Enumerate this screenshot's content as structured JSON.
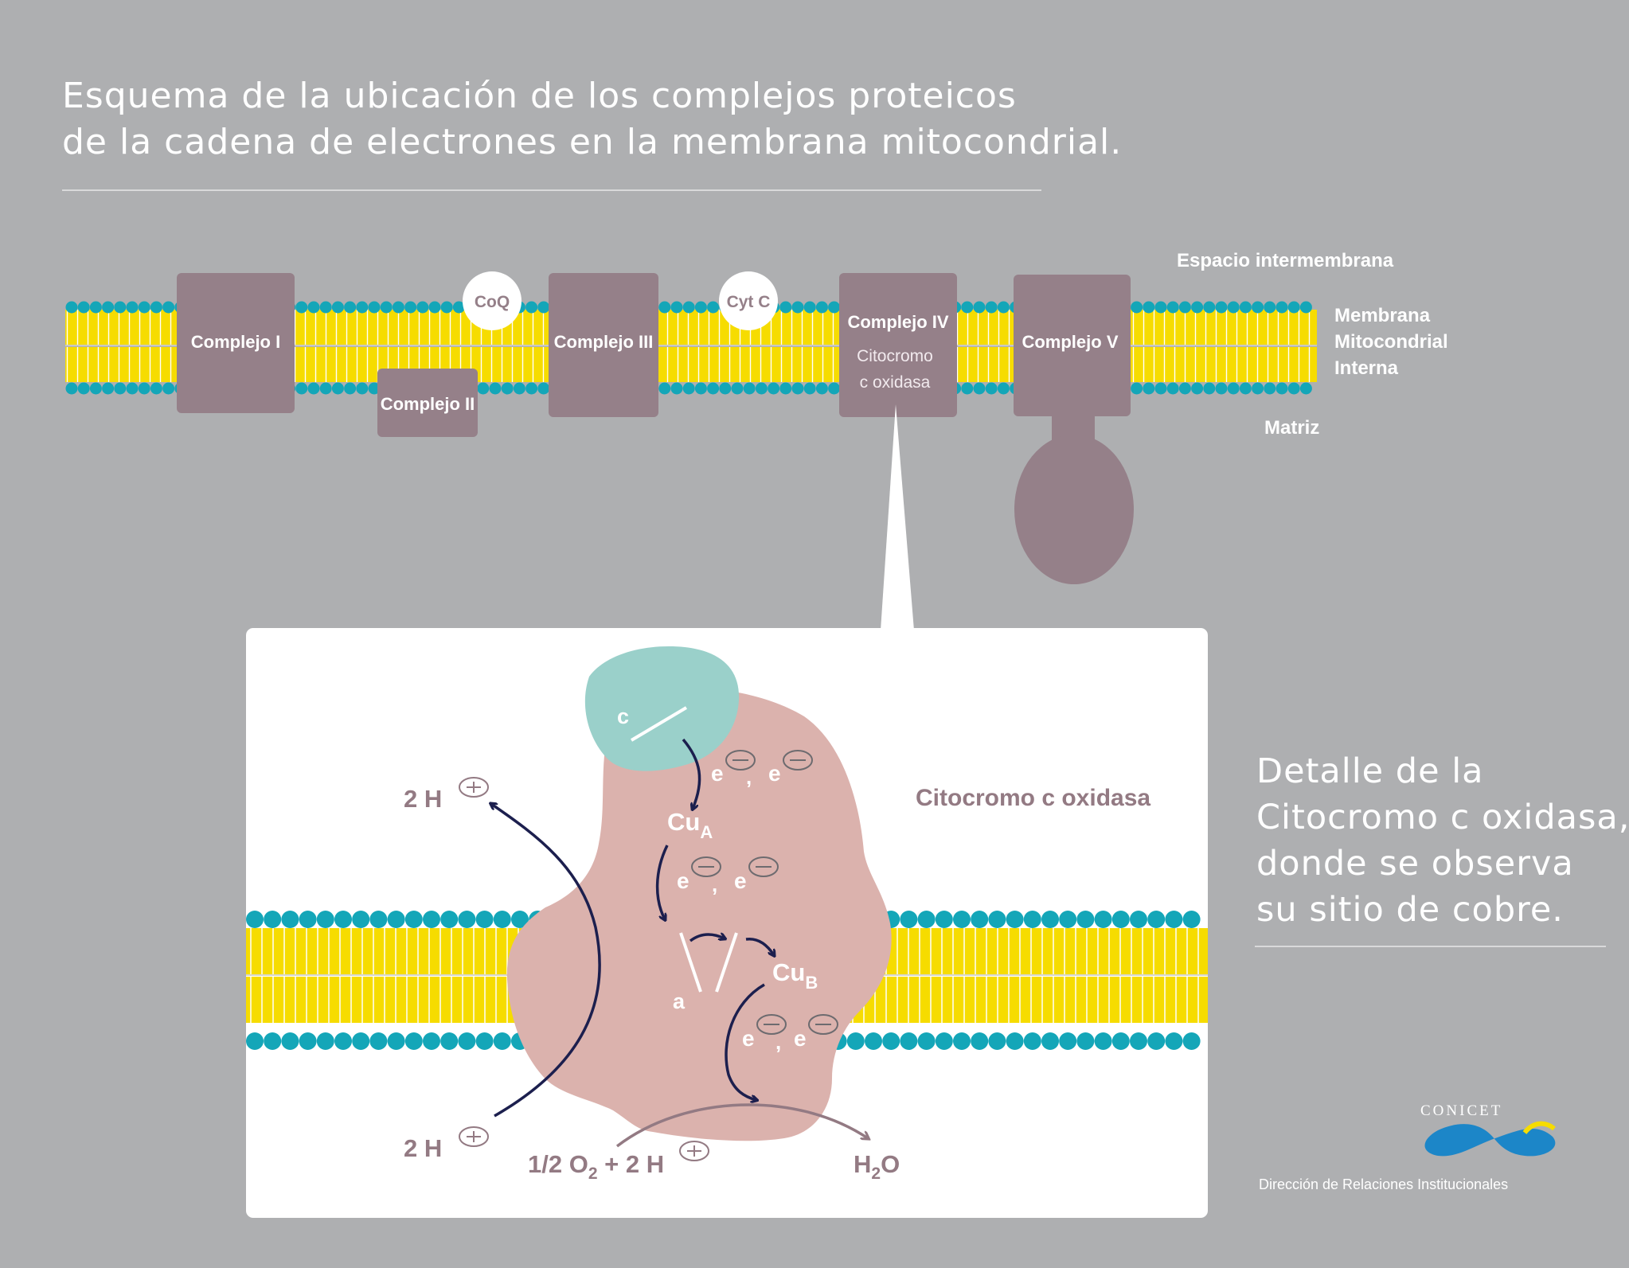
{
  "title": {
    "line1": "Esquema de la ubicación de los complejos proteicos",
    "line2": "de la cadena de electrones en la membrana mitocondrial."
  },
  "region_labels": {
    "intermembrane": "Espacio intermembrana",
    "membrane_line1": "Membrana",
    "membrane_line2": "Mitocondrial",
    "membrane_line3": "Interna",
    "matrix": "Matriz"
  },
  "complexes": {
    "c1": "Complejo I",
    "c2": "Complejo II",
    "c3": "Complejo III",
    "c4": "Complejo IV",
    "c4_sub1": "Citocromo",
    "c4_sub2": "c oxidasa",
    "c5": "Complejo V",
    "coq": "CoQ",
    "cytc": "Cyt C"
  },
  "detail": {
    "label": "Citocromo c oxidasa",
    "c": "c",
    "a": "a",
    "cu": "Cu",
    "cua_sub": "A",
    "cub_sub": "B",
    "e": "e",
    "comma": ",",
    "two_h": "2 H",
    "o2_prefix": "1/2 O",
    "o2_sub": "2",
    "o2_suffix": " + 2 H",
    "h2o_h": "H",
    "h2o_sub": "2",
    "h2o_o": "O"
  },
  "side_text": {
    "line1": "Detalle de la",
    "line2": "Citocromo c oxidasa,",
    "line3": "donde se observa",
    "line4": "su sitio de cobre."
  },
  "logo": {
    "name": "CONICET"
  },
  "footer": "Dirección de Relaciones Institucionales",
  "colors": {
    "background": "#aeafb1",
    "protein": "#958089",
    "lipid_head": "#14a6b8",
    "lipid_tail": "#f6dc00",
    "enzyme": "#dbb2ad",
    "cytochrome_c": "#9ad0ca",
    "arrow": "#1c1f4e",
    "label_mauve": "#937a83"
  }
}
